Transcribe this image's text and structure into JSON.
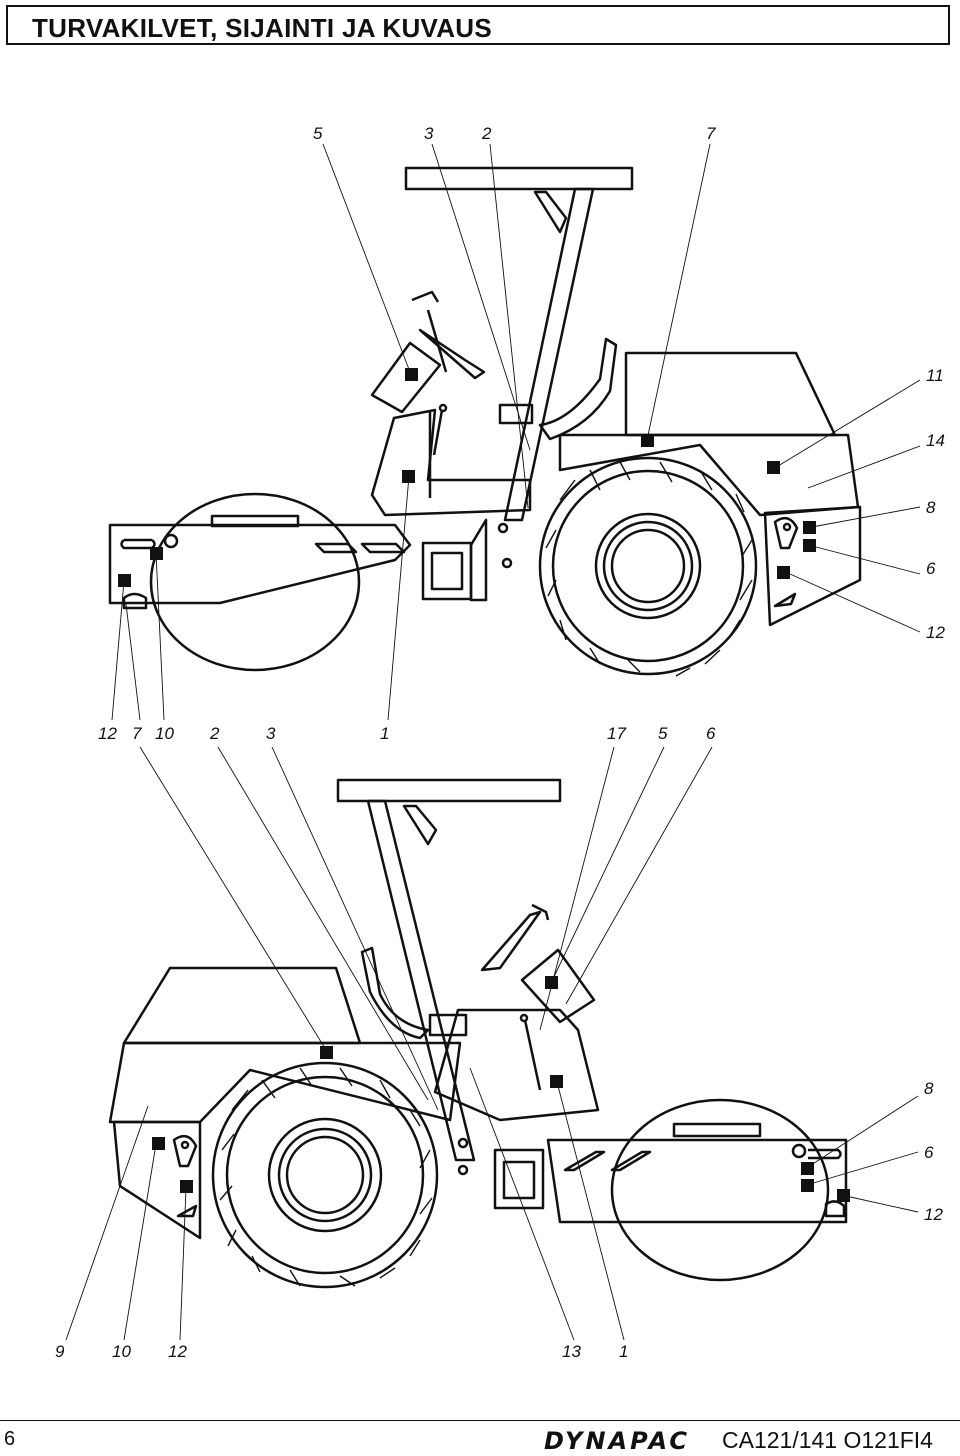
{
  "header": {
    "title": "TURVAKILVET, SIJAINTI JA KUVAUS"
  },
  "figure_top": {
    "labels_top": [
      "5",
      "3",
      "2",
      "7"
    ],
    "labels_right": [
      "11",
      "14",
      "8",
      "6",
      "12"
    ],
    "labels_bottom": [
      "12",
      "7",
      "10",
      "2",
      "3",
      "1",
      "17",
      "5",
      "6"
    ]
  },
  "figure_bottom": {
    "labels_right": [
      "8",
      "6",
      "12"
    ],
    "labels_bottom": [
      "9",
      "10",
      "12",
      "13",
      "1"
    ]
  },
  "footer": {
    "page_number": "6",
    "brand": "DYNAPAC",
    "doc_code": "CA121/141 O121FI4"
  }
}
